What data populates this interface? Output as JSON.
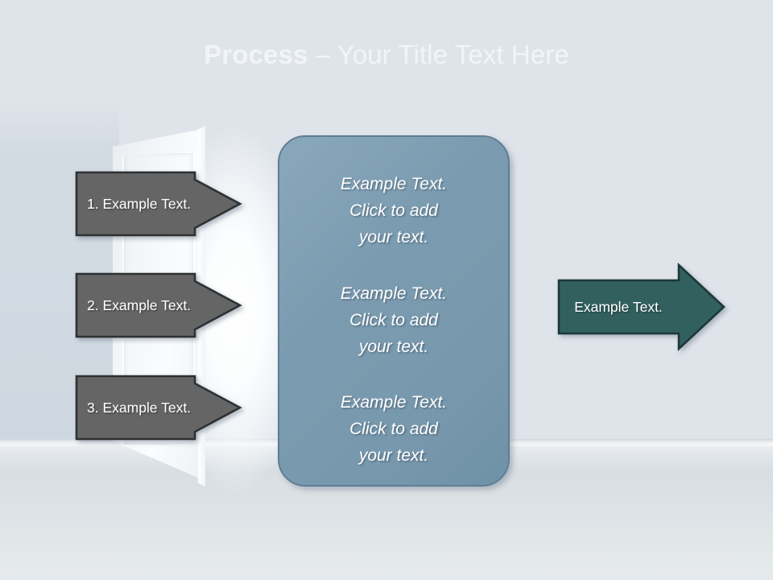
{
  "slide": {
    "title_bold": "Process",
    "title_rest": " – Your Title Text Here",
    "background": {
      "wall_top_color": "#4d6373",
      "wall_mid_color": "#7696ab",
      "wall_bottom_color": "#dde3e8",
      "floor_color": "#dfe4e8",
      "door_color": "#f3f6f8"
    }
  },
  "steps": [
    {
      "label": "1. Example Text."
    },
    {
      "label": "2. Example Text."
    },
    {
      "label": "3. Example Text."
    }
  ],
  "center_panel": {
    "fill_color": "#7b9bb0",
    "border_color": "#5d7e94",
    "blocks": [
      {
        "text": "Example Text.\nClick  to add\nyour text."
      },
      {
        "text": "Example Text.\nClick  to add\nyour text."
      },
      {
        "text": "Example Text.\nClick  to add\nyour text."
      }
    ]
  },
  "result_arrow": {
    "label": "Example Text.",
    "fill_color": "#32605f",
    "border_color": "#1c3838"
  },
  "step_arrow_style": {
    "fill_color": "#656565",
    "border_color": "#2e3133",
    "text_color": "#ffffff"
  }
}
